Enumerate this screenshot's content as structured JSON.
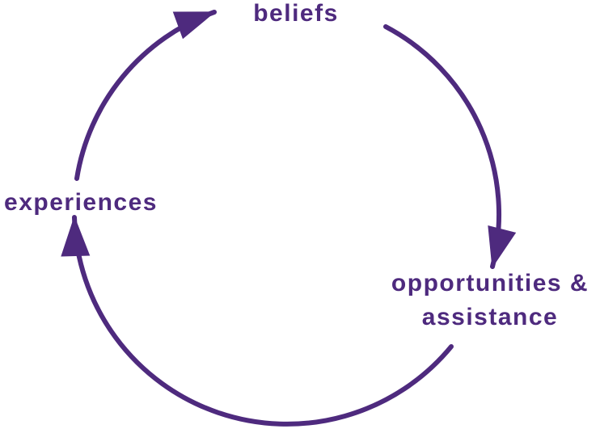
{
  "diagram": {
    "type": "cycle",
    "flow_direction": "clockwise",
    "background": "#ffffff",
    "accent_color": "#4e2a7e",
    "nodes": [
      {
        "id": "beliefs",
        "label": "beliefs"
      },
      {
        "id": "opportunities-assistance",
        "label_line1": "opportunities &",
        "label_line2": "assistance"
      },
      {
        "id": "experiences",
        "label": "experiences"
      }
    ],
    "edges": [
      {
        "from": "experiences",
        "to": "beliefs"
      },
      {
        "from": "beliefs",
        "to": "opportunities-assistance"
      },
      {
        "from": "opportunities-assistance",
        "to": "experiences"
      }
    ]
  }
}
